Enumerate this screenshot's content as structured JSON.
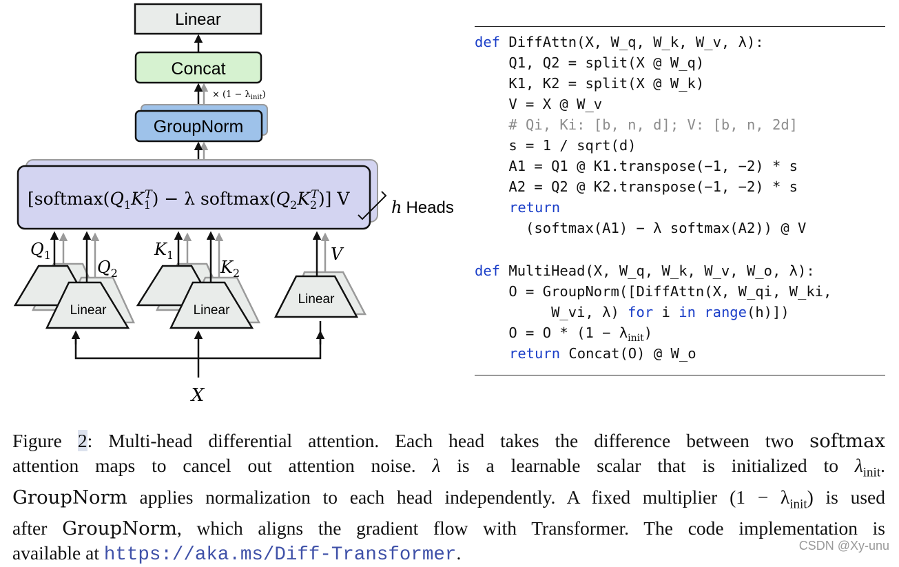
{
  "diagram": {
    "linear_top": "Linear",
    "concat": "Concat",
    "scale_label_prefix": "× (1 − λ",
    "scale_label_sub": "init",
    "scale_label_suffix": ")",
    "groupnorm": "GroupNorm",
    "formula_a": "[softmax(",
    "formula_q1": "Q",
    "formula_q1_sub": "1",
    "formula_k1": "K",
    "formula_k1_sub": "1",
    "formula_t1": "T",
    "formula_mid": ") − λ softmax(",
    "formula_q2": "Q",
    "formula_q2_sub": "2",
    "formula_k2": "K",
    "formula_k2_sub": "2",
    "formula_t2": "T",
    "formula_end": ")] V",
    "heads_h": "h",
    "heads_label": "Heads",
    "q1": "Q",
    "q1_sub": "1",
    "q2": "Q",
    "q2_sub": "2",
    "k1": "K",
    "k1_sub": "1",
    "k2": "K",
    "k2_sub": "2",
    "v": "V",
    "linear_q": "Linear",
    "linear_k": "Linear",
    "linear_v": "Linear",
    "input_x": "X",
    "colors": {
      "linear_box": "#e9ecea",
      "concat_box": "#d6f2d0",
      "groupnorm_box": "#9ec2ea",
      "attention_box": "#d3d4f1",
      "shadow_stroke": "#9a9a9a"
    }
  },
  "code": {
    "line1_kw": "def",
    "line1_rest": " DiffAttn(X, W_q, W_k, W_v, λ):",
    "line2": "    Q1, Q2 = split(X @ W_q)",
    "line3": "    K1, K2 = split(X @ W_k)",
    "line4": "    V = X @ W_v",
    "line5": "    # Qi, Ki: [b, n, d]; V: [b, n, 2d]",
    "line6": "    s = 1 / sqrt(d)",
    "line7": "    A1 = Q1 @ K1.transpose(−1, −2) * s",
    "line8": "    A2 = Q2 @ K2.transpose(−1, −2) * s",
    "line9_kw": "return",
    "line10": "      (softmax(A1) − λ softmax(A2)) @ V",
    "line11_kw": "def",
    "line11_rest": " MultiHead(X, W_q, W_k, W_v, W_o, λ):",
    "line12": "    O = GroupNorm([DiffAttn(X, W_qi, W_ki,",
    "line13_a": "         W_vi, λ) ",
    "line13_for": "for",
    "line13_b": " i ",
    "line13_in": "in",
    "line13_c": " ",
    "line13_range": "range",
    "line13_d": "(h)])",
    "line14_a": "    O = O * (1 − λ",
    "line14_sub": "init",
    "line14_b": ")",
    "line15_kw": "return",
    "line15_rest": " Concat(O) @ W_o"
  },
  "caption": {
    "fig_label": "Figure ",
    "fig_num": "2",
    "l1_a": ": Multi-head differential attention. Each head takes the difference between two ",
    "l1_softmax": "softmax",
    "l2_a": "attention maps to cancel out attention noise. ",
    "l2_lambda": "λ",
    "l2_b": " is a learnable scalar that is initialized to ",
    "l2_lambda2": "λ",
    "l2_sub": "init",
    "l2_end": ".",
    "l3_groupnorm": "GroupNorm",
    "l3_a": " applies normalization to each head independently. A fixed multiplier ",
    "l3_math": "(1 − λ",
    "l3_sub": "init",
    "l3_math_end": ")",
    "l3_b": " is used",
    "l4_a": "after ",
    "l4_groupnorm": "GroupNorm",
    "l4_b": ", which aligns the gradient flow with Transformer. The code implementation is",
    "l5_a": "available at ",
    "l5_url": "https://aka.ms/Diff-Transformer",
    "l5_end": "."
  },
  "watermark": "CSDN @Xy-unu"
}
